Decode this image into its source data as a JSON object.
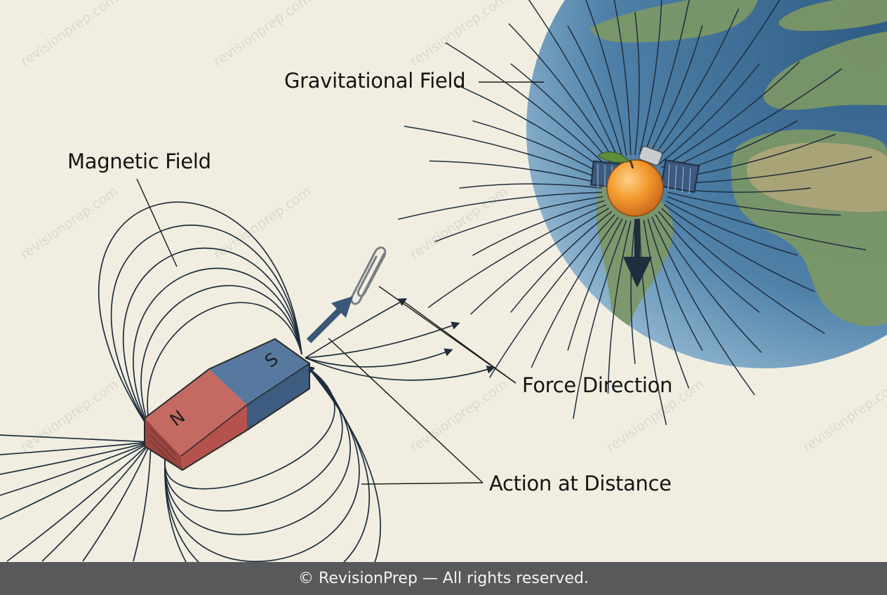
{
  "labels": {
    "gravitational_field": "Gravitational Field",
    "magnetic_field": "Magnetic Field",
    "force_direction": "Force Direction",
    "action_at_distance": "Action at Distance"
  },
  "magnet": {
    "north_pole": "N",
    "south_pole": "S"
  },
  "watermark": "revisionprep.com",
  "footer": "© RevisionPrep — All rights reserved.",
  "colors": {
    "background": "#f1eee1",
    "north_pole": "#c0534f",
    "south_pole": "#4a6d8f",
    "field_line": "#1f2d3d",
    "footer": "#58595b",
    "ocean": "#4f7fa6",
    "land": "#7d9765"
  },
  "icons": [
    "paperclip-icon",
    "orange-satellite-icon",
    "force-arrow-icon"
  ]
}
